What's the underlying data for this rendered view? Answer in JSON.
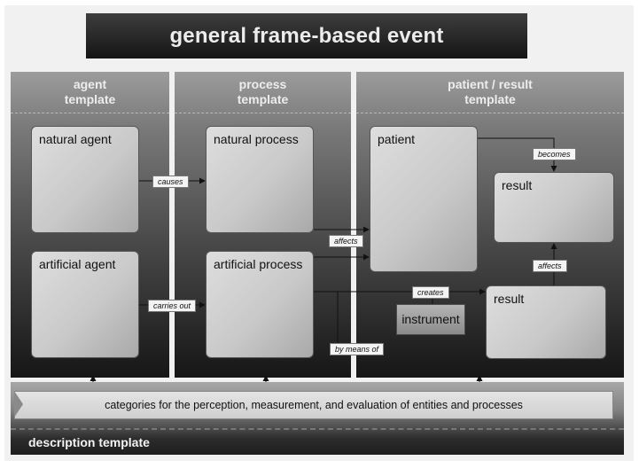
{
  "title": "general frame-based event",
  "columns": {
    "agent": "agent\ntemplate",
    "process": "process\ntemplate",
    "patient": "patient / result\ntemplate"
  },
  "boxes": {
    "natural_agent": "natural agent",
    "artificial_agent": "artificial agent",
    "natural_process": "natural process",
    "artificial_process": "artificial process",
    "patient": "patient",
    "result_top": "result",
    "result_bottom": "result",
    "instrument": "instrument"
  },
  "labels": {
    "causes": "causes",
    "carries_out": "carries out",
    "affects_mid": "affects",
    "creates": "creates",
    "by_means_of": "by means of",
    "becomes": "becomes",
    "affects_right": "affects"
  },
  "bottom": {
    "categories": "categories for the perception, measurement, and evaluation of entities and processes",
    "description": "description template"
  }
}
